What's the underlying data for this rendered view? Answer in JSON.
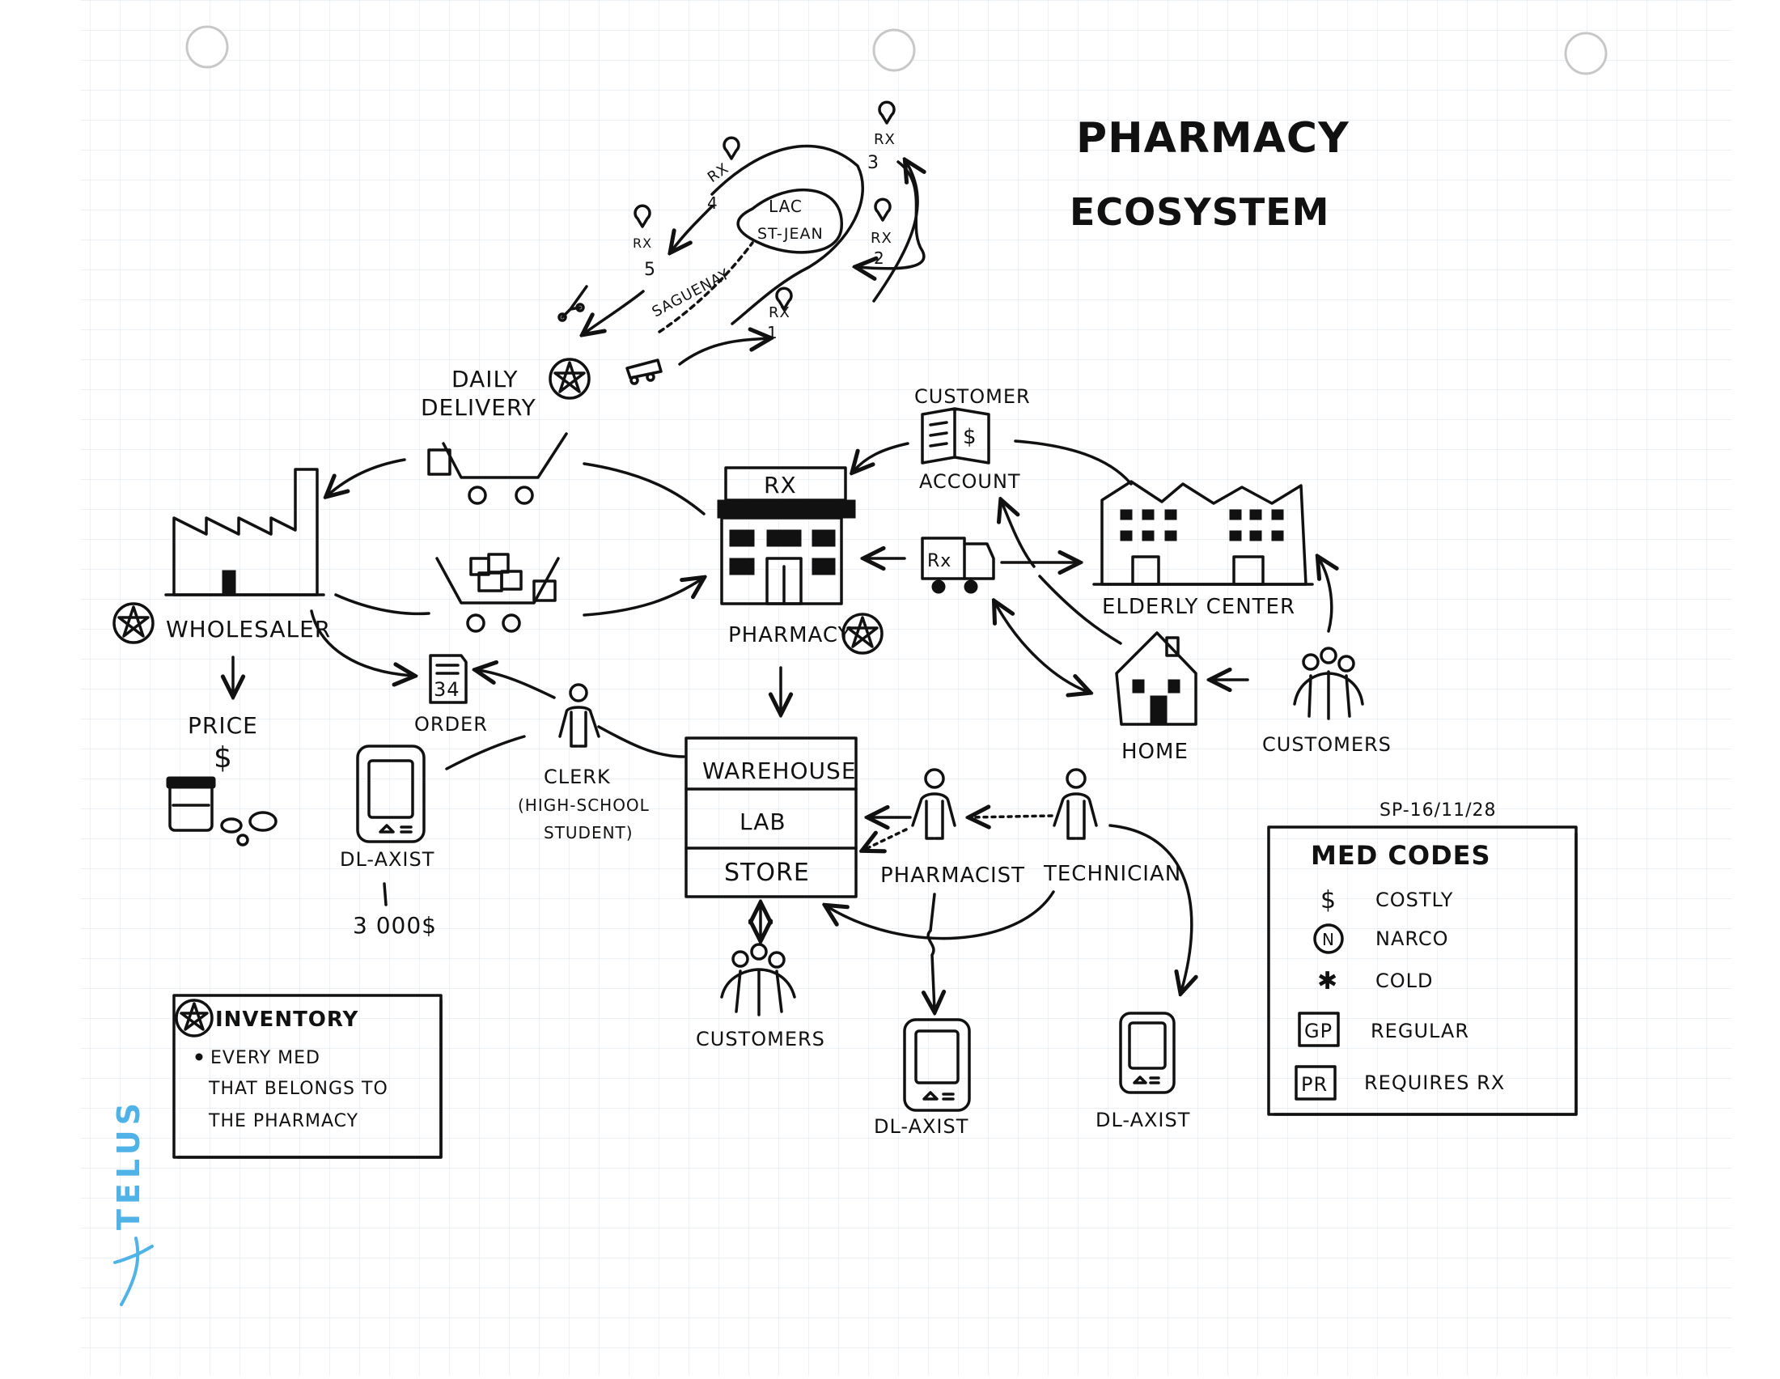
{
  "colors": {
    "ink": "#111111",
    "grid": "#dfe8ee",
    "brand": "#4fb3e8",
    "paper": "#ffffff"
  },
  "title": {
    "line1": "PHARMACY",
    "line2": "ECOSYSTEM"
  },
  "route": {
    "region": {
      "line1": "LAC",
      "line2": "ST-JEAN"
    },
    "river": "SAGUENAY",
    "stops": [
      {
        "code": "RX",
        "num": "1"
      },
      {
        "code": "RX",
        "num": "2"
      },
      {
        "code": "RX",
        "num": "3"
      },
      {
        "code": "RX",
        "num": "4"
      },
      {
        "code": "RX",
        "num": "5"
      }
    ]
  },
  "nodes": {
    "daily_delivery": {
      "line1": "DAILY",
      "line2": "DELIVERY"
    },
    "wholesaler": "WHOLESALER",
    "price": "PRICE",
    "price_symbol": "$",
    "order": "ORDER",
    "order_num": "34",
    "dl_axist_left": "DL-AXIST",
    "dl_axist_cost": "3 000$",
    "clerk": {
      "line1": "CLERK",
      "line2": "(HIGH-SCHOOL",
      "line3": "STUDENT)"
    },
    "pharmacy_sign": "RX",
    "pharmacy": "PHARMACY",
    "customer_account": {
      "line1": "CUSTOMER",
      "line2": "ACCOUNT"
    },
    "truck_label": "Rx",
    "elderly_center": "ELDERLY CENTER",
    "home": "HOME",
    "customers_right": "CUSTOMERS",
    "warehouse": "WAREHOUSE",
    "lab": "LAB",
    "store": "STORE",
    "customers_bottom": "CUSTOMERS",
    "pharmacist": "PHARMACIST",
    "technician": "TECHNICIAN",
    "dl_axist_mid": "DL-AXIST",
    "dl_axist_right": "DL-AXIST"
  },
  "inventory_box": {
    "title": "INVENTORY",
    "line1": "EVERY MED",
    "line2": "THAT BELONGS TO",
    "line3": "THE PHARMACY"
  },
  "med_codes": {
    "stamp": "SP-16/11/28",
    "title": "MED CODES",
    "items": [
      {
        "icon": "dollar-icon",
        "symbol": "$",
        "label": "COSTLY"
      },
      {
        "icon": "narco-circle-icon",
        "symbol": "N",
        "label": "NARCO"
      },
      {
        "icon": "snowflake-icon",
        "symbol": "✱",
        "label": "COLD"
      },
      {
        "icon": "gp-box-icon",
        "symbol": "GP",
        "label": "REGULAR"
      },
      {
        "icon": "pr-box-icon",
        "symbol": "PR",
        "label": "REQUIRES RX"
      }
    ]
  },
  "brand": {
    "logo_text": "TELUS"
  }
}
